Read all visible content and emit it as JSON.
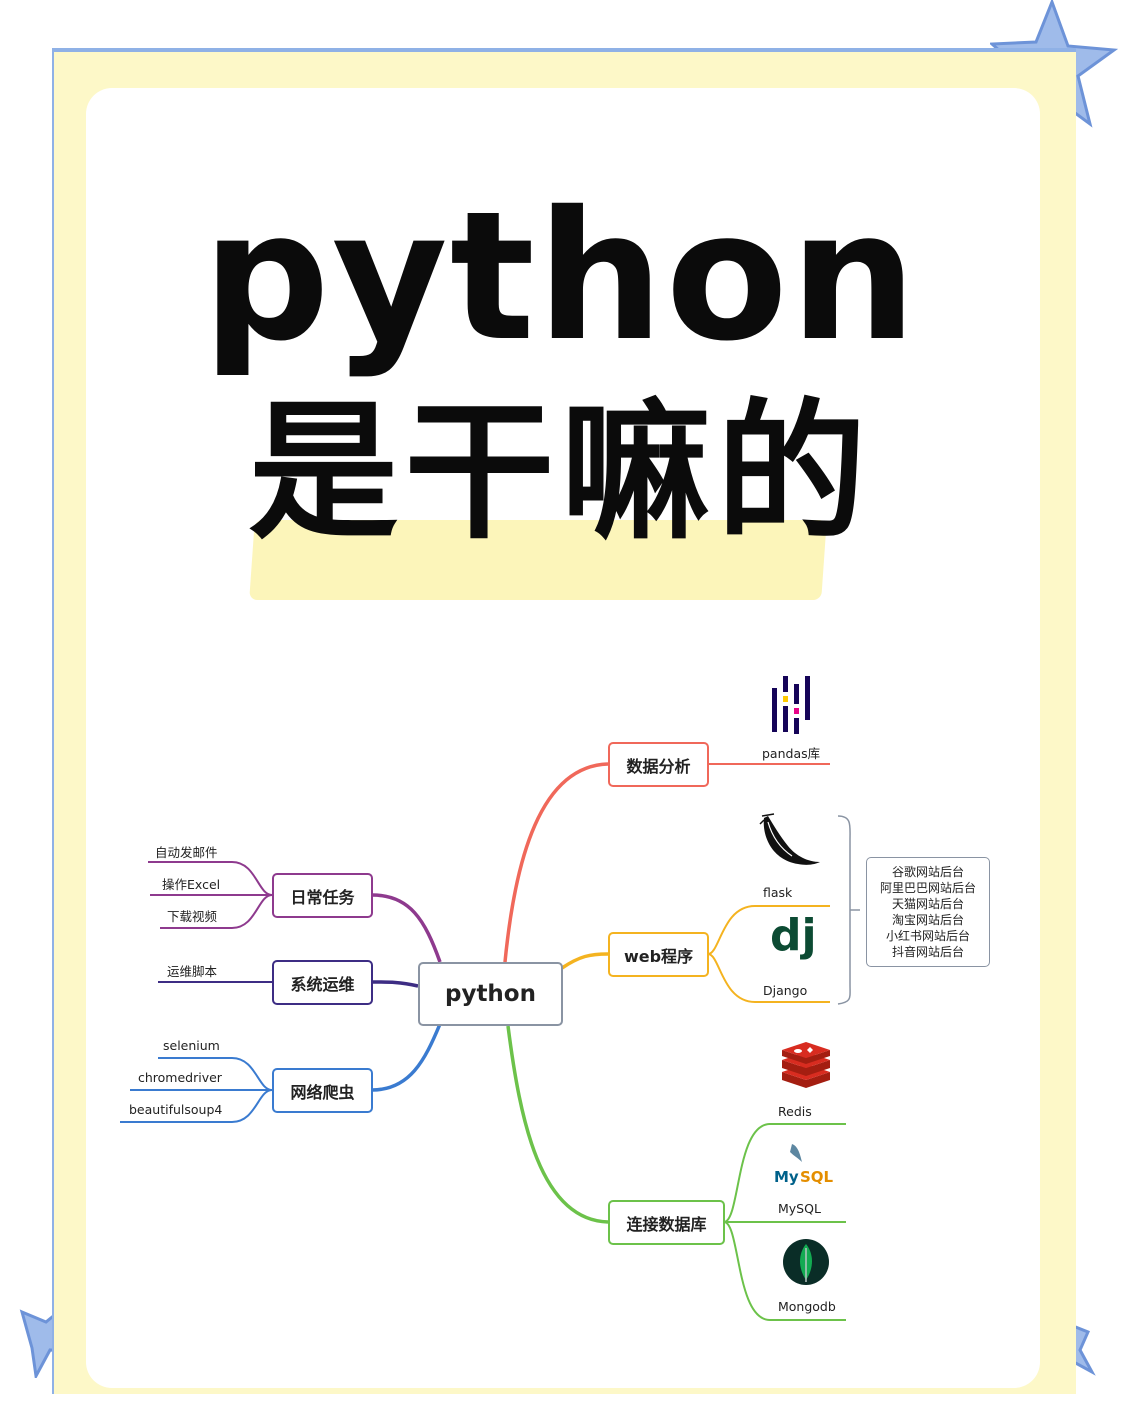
{
  "title": {
    "line1": "python",
    "line2": "是干嘛的"
  },
  "colors": {
    "frame": "#fdf8c8",
    "frame_border": "#8fb1e6",
    "star": "#8fb1e6",
    "highlight": "#fcf4b2"
  },
  "mindmap": {
    "root": "python",
    "left": [
      {
        "label": "日常任务",
        "color": "#8e3a8e",
        "children": [
          "自动发邮件",
          "操作Excel",
          "下载视频"
        ]
      },
      {
        "label": "系统运维",
        "color": "#3d2d84",
        "children": [
          "运维脚本"
        ]
      },
      {
        "label": "网络爬虫",
        "color": "#3a7bd0",
        "children": [
          "selenium",
          "chromedriver",
          "beautifulsoup4"
        ]
      }
    ],
    "right": [
      {
        "label": "数据分析",
        "color": "#f0685a",
        "children": [
          "pandas库"
        ]
      },
      {
        "label": "web程序",
        "color": "#f4b320",
        "children": [
          "flask",
          "Django"
        ],
        "sites": [
          "谷歌网站后台",
          "阿里巴巴网站后台",
          "天猫网站后台",
          "淘宝网站后台",
          "小红书网站后台",
          "抖音网站后台"
        ]
      },
      {
        "label": "连接数据库",
        "color": "#6cc24a",
        "children": [
          "Redis",
          "MySQL",
          "Mongodb"
        ]
      }
    ]
  },
  "icons": [
    "pandas-icon",
    "flask-icon",
    "django-icon",
    "redis-icon",
    "mysql-icon",
    "mongodb-icon",
    "star-icon"
  ],
  "django_logo_text": "dj",
  "mysql_logo_text": "MySQL"
}
